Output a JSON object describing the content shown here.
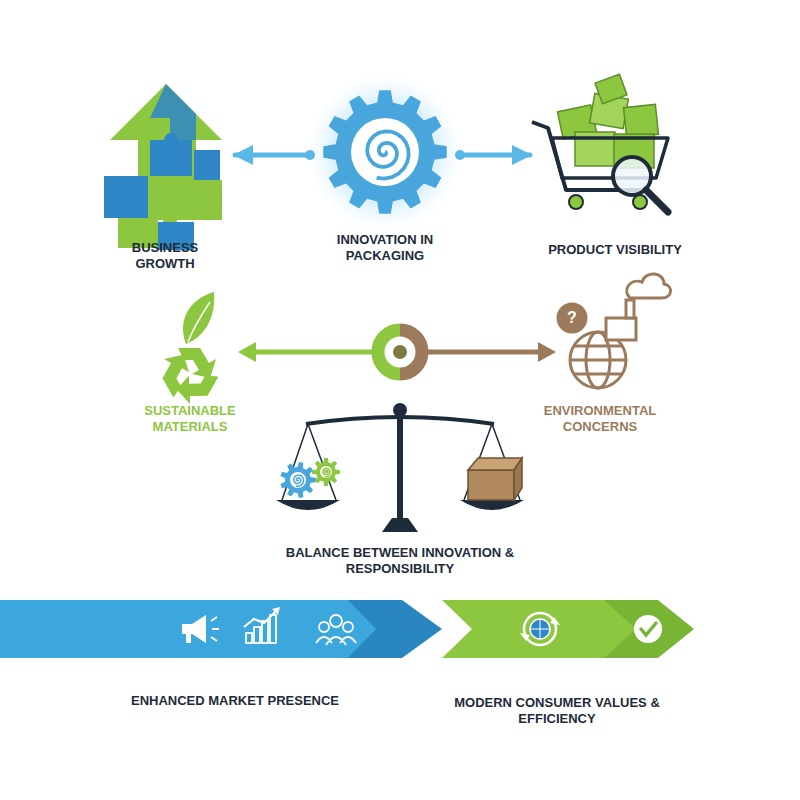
{
  "diagram": {
    "nodes": [
      {
        "text": [
          "BUSINESS GROWTH"
        ]
      },
      {
        "text": [
          "INNOVATION IN PACKAGING"
        ]
      },
      {
        "text": [
          "PRODUCT VISIBILITY"
        ]
      },
      {
        "text": [
          "SUSTAINABLE MATERIALS"
        ]
      },
      {
        "text": [
          "ENVIRONMENTAL CONCERNS"
        ]
      },
      {
        "text": [
          "BALANCE BETWEEN INNOVATION & RESPONSIBILITY"
        ]
      },
      {
        "text": [
          "ENHANCED MARKET PRESENCE"
        ]
      },
      {
        "text": [
          "MODERN CONSUMER VALUES & EFFICIENCY"
        ]
      }
    ],
    "edges": [
      {
        "from": 1,
        "to": 0,
        "arrow": "to"
      },
      {
        "from": 1,
        "to": 2,
        "arrow": "to"
      }
    ],
    "labels": [
      "?"
    ]
  }
}
